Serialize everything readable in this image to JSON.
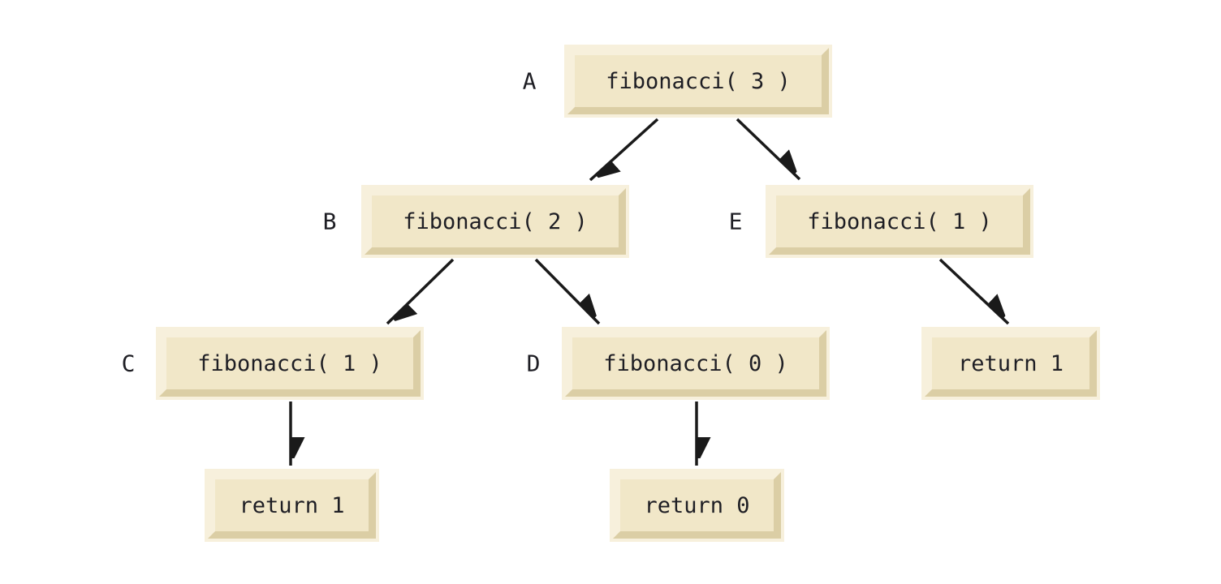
{
  "diagram": {
    "nodes": [
      {
        "id": "A",
        "label": "A",
        "text": "fibonacci( 3 )"
      },
      {
        "id": "B",
        "label": "B",
        "text": "fibonacci( 2 )"
      },
      {
        "id": "E",
        "label": "E",
        "text": "fibonacci( 1 )"
      },
      {
        "id": "C",
        "label": "C",
        "text": "fibonacci( 1 )"
      },
      {
        "id": "D",
        "label": "D",
        "text": "fibonacci( 0 )"
      },
      {
        "id": "return-e",
        "label": "",
        "text": "return 1"
      },
      {
        "id": "return-c",
        "label": "",
        "text": "return 1"
      },
      {
        "id": "return-d",
        "label": "",
        "text": "return 0"
      }
    ],
    "edges": [
      {
        "from": "A",
        "to": "B"
      },
      {
        "from": "A",
        "to": "E"
      },
      {
        "from": "B",
        "to": "C"
      },
      {
        "from": "B",
        "to": "D"
      },
      {
        "from": "E",
        "to": "return-e"
      },
      {
        "from": "C",
        "to": "return-c"
      },
      {
        "from": "D",
        "to": "return-d"
      }
    ],
    "colors": {
      "face": "#f1e7c8",
      "highlight": "#f7f0dc",
      "shadow": "#dbcea5",
      "text": "#1e1e24",
      "arrow": "#1a1a1a",
      "background": "#ffffff"
    }
  }
}
